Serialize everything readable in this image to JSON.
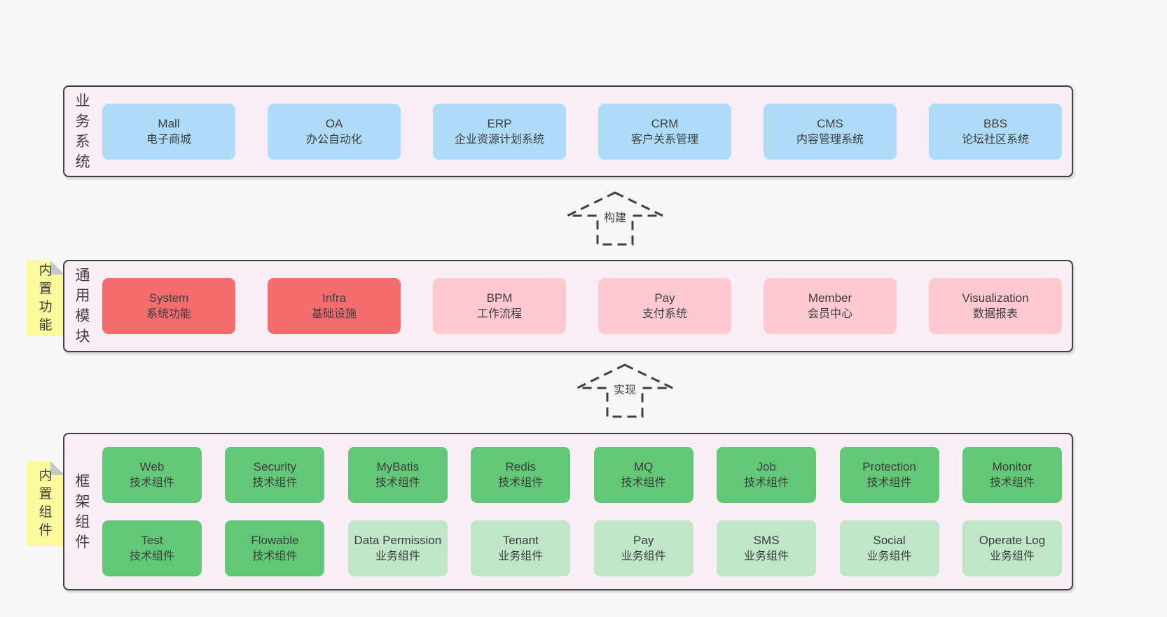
{
  "colors": {
    "page_bg": "#f7f7f7",
    "band_bg": "#f9edf6",
    "band_border": "#3f3f3f",
    "blue_box": "#aedcf8",
    "red_box": "#f56c6f",
    "pink_box": "#ffc9d2",
    "green_box": "#62c878",
    "light_green_box": "#bfe6c6",
    "sticky_yellow": "#fbfb9e",
    "sticky_fold": "#c6c6c6",
    "text": "#3d3d3d"
  },
  "bands": [
    {
      "label": "业务系统",
      "boxes": [
        {
          "en": "Mall",
          "zh": "电子商城",
          "variant": "blue"
        },
        {
          "en": "OA",
          "zh": "办公自动化",
          "variant": "blue"
        },
        {
          "en": "ERP",
          "zh": "企业资源计划系统",
          "variant": "blue"
        },
        {
          "en": "CRM",
          "zh": "客户关系管理",
          "variant": "blue"
        },
        {
          "en": "CMS",
          "zh": "内容管理系统",
          "variant": "blue"
        },
        {
          "en": "BBS",
          "zh": "论坛社区系统",
          "variant": "blue"
        }
      ]
    },
    {
      "label": "通用模块",
      "note": "内置功能",
      "boxes": [
        {
          "en": "System",
          "zh": "系统功能",
          "variant": "red"
        },
        {
          "en": "Infra",
          "zh": "基础设施",
          "variant": "red"
        },
        {
          "en": "BPM",
          "zh": "工作流程",
          "variant": "pink"
        },
        {
          "en": "Pay",
          "zh": "支付系统",
          "variant": "pink"
        },
        {
          "en": "Member",
          "zh": "会员中心",
          "variant": "pink"
        },
        {
          "en": "Visualization",
          "zh": "数据报表",
          "variant": "pink"
        }
      ]
    },
    {
      "label": "框架组件",
      "note": "内置组件",
      "rows": [
        [
          {
            "en": "Web",
            "zh": "技术组件",
            "variant": "green"
          },
          {
            "en": "Security",
            "zh": "技术组件",
            "variant": "green"
          },
          {
            "en": "MyBatis",
            "zh": "技术组件",
            "variant": "green"
          },
          {
            "en": "Redis",
            "zh": "技术组件",
            "variant": "green"
          },
          {
            "en": "MQ",
            "zh": "技术组件",
            "variant": "green"
          },
          {
            "en": "Job",
            "zh": "技术组件",
            "variant": "green"
          },
          {
            "en": "Protection",
            "zh": "技术组件",
            "variant": "green"
          },
          {
            "en": "Monitor",
            "zh": "技术组件",
            "variant": "green"
          }
        ],
        [
          {
            "en": "Test",
            "zh": "技术组件",
            "variant": "green"
          },
          {
            "en": "Flowable",
            "zh": "技术组件",
            "variant": "green"
          },
          {
            "en": "Data Permission",
            "zh": "业务组件",
            "variant": "lightgreen"
          },
          {
            "en": "Tenant",
            "zh": "业务组件",
            "variant": "lightgreen"
          },
          {
            "en": "Pay",
            "zh": "业务组件",
            "variant": "lightgreen"
          },
          {
            "en": "SMS",
            "zh": "业务组件",
            "variant": "lightgreen"
          },
          {
            "en": "Social",
            "zh": "业务组件",
            "variant": "lightgreen"
          },
          {
            "en": "Operate Log",
            "zh": "业务组件",
            "variant": "lightgreen"
          }
        ]
      ]
    }
  ],
  "arrows": [
    {
      "label": "构建"
    },
    {
      "label": "实现"
    }
  ]
}
